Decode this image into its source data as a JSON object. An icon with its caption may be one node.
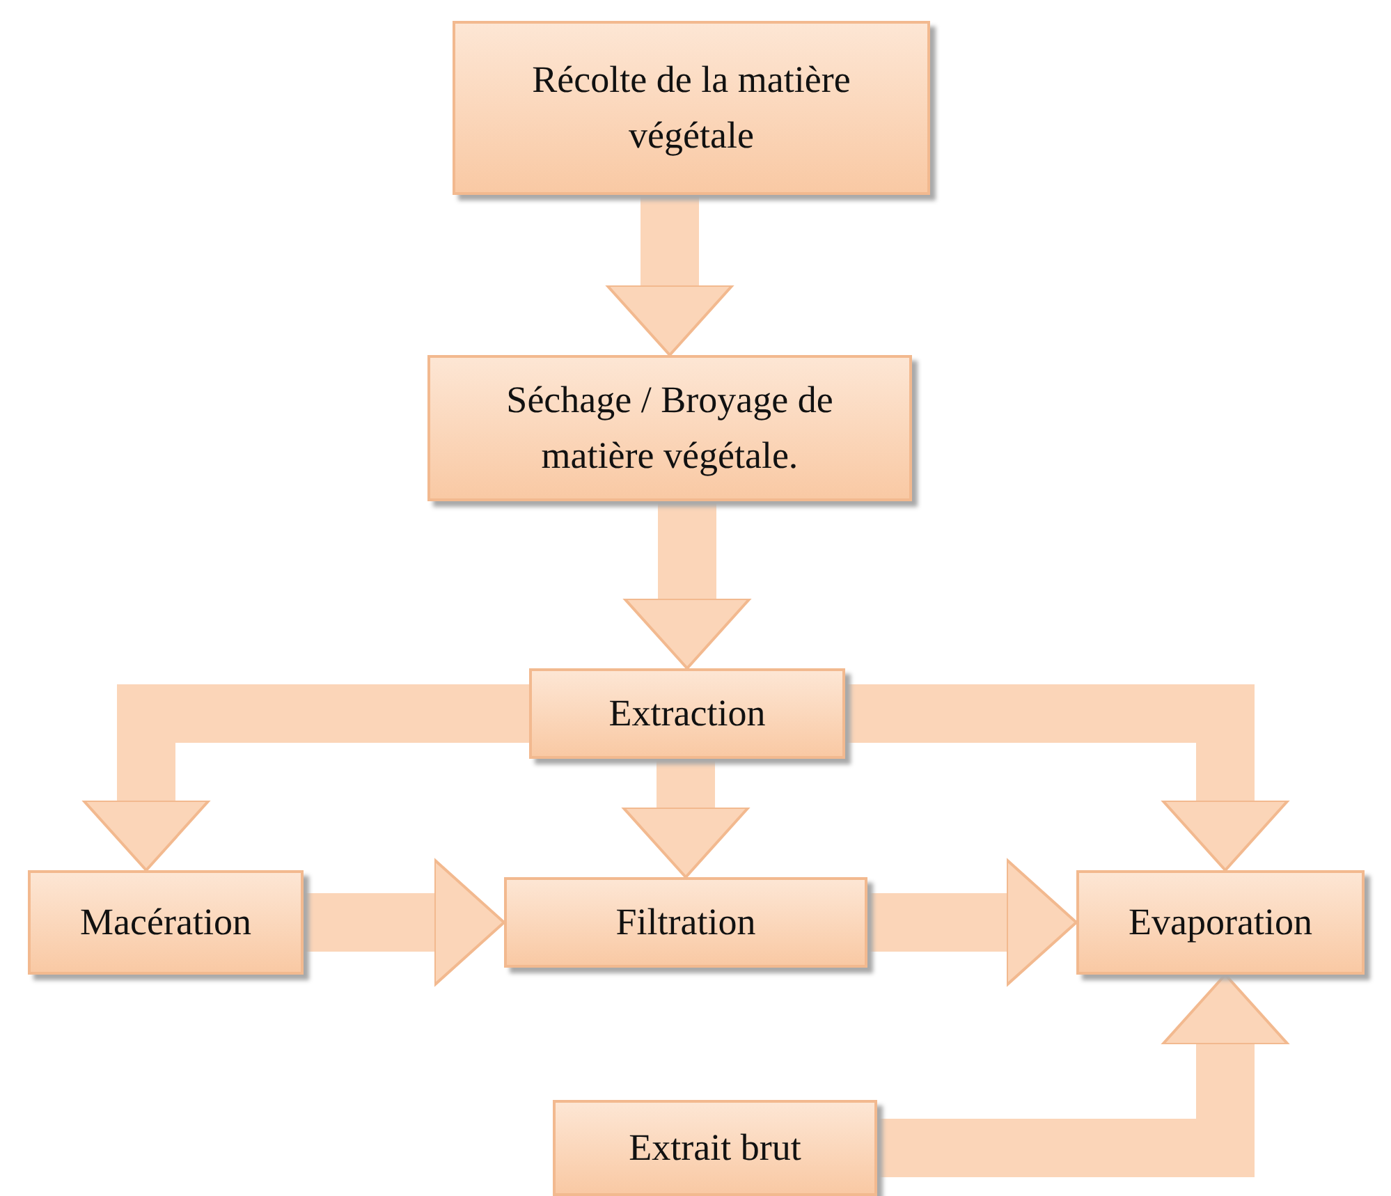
{
  "diagram": {
    "nodes": [
      {
        "text": [
          "Récolte de la matière végétale"
        ]
      },
      {
        "text": [
          "Séchage / Broyage de matière végétale."
        ]
      },
      {
        "text": [
          "Extraction"
        ]
      },
      {
        "text": [
          "Macération"
        ]
      },
      {
        "text": [
          "Filtration"
        ]
      },
      {
        "text": [
          "Evaporation"
        ]
      },
      {
        "text": [
          "Extrait brut"
        ]
      }
    ],
    "edges": [
      {
        "from": 0,
        "to": 1,
        "arrow": "to"
      },
      {
        "from": 1,
        "to": 2,
        "arrow": "to"
      },
      {
        "from": 2,
        "to": 3,
        "arrow": "to"
      },
      {
        "from": 2,
        "to": 4,
        "arrow": "to"
      },
      {
        "from": 2,
        "to": 5,
        "arrow": "to"
      },
      {
        "from": 3,
        "to": 4,
        "arrow": "to"
      },
      {
        "from": 4,
        "to": 5,
        "arrow": "to"
      },
      {
        "from": 6,
        "to": 5,
        "arrow": "to"
      }
    ]
  }
}
